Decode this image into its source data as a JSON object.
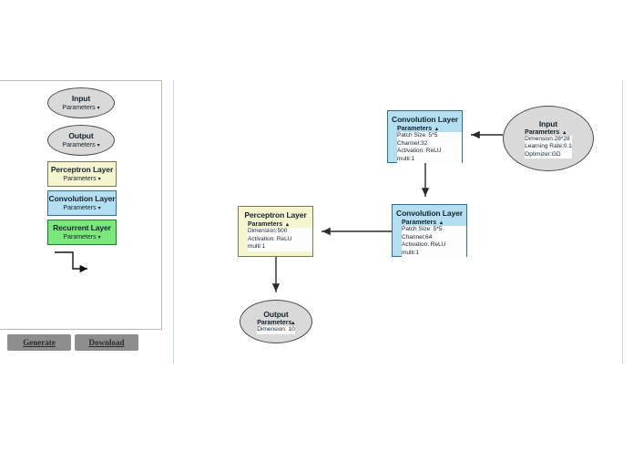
{
  "palette": {
    "title": "layer-palette",
    "nodes": [
      {
        "label": "Input",
        "params_label": "Parameters",
        "caret": "▾",
        "shape": "ellipse",
        "kind": "input"
      },
      {
        "label": "Output",
        "params_label": "Parameters",
        "caret": "▾",
        "shape": "ellipse",
        "kind": "output"
      },
      {
        "label": "Perceptron Layer",
        "params_label": "Parameters",
        "caret": "▾",
        "shape": "box",
        "kind": "perceptron"
      },
      {
        "label": "Convolution Layer",
        "params_label": "Parameters",
        "caret": "▾",
        "shape": "box",
        "kind": "convolution"
      },
      {
        "label": "Recurrent Layer",
        "params_label": "Parameters",
        "caret": "▾",
        "shape": "box",
        "kind": "recurrent"
      }
    ],
    "connector_label": "connector-arrow"
  },
  "buttons": {
    "generate": "Generate",
    "download": "Download"
  },
  "canvas": {
    "nodes": {
      "input": {
        "label": "Input",
        "params_label": "Parameters",
        "caret": "▴",
        "rows": [
          "Dimension:28*28",
          "Learning Rate:0.1",
          "Optimizer:GD"
        ]
      },
      "conv1": {
        "label": "Convolution Layer",
        "params_label": "Parameters",
        "caret": "▴",
        "rows": [
          "Patch Size: 5*5",
          "Channel:32",
          "Activation: ReLU",
          "multi:1"
        ]
      },
      "conv2": {
        "label": "Convolution Layer",
        "params_label": "Parameters",
        "caret": "▴",
        "rows": [
          "Patch Size: 5*5",
          "Channel:64",
          "Activation: ReLU",
          "multi:1"
        ]
      },
      "perceptron": {
        "label": "Perceptron Layer",
        "params_label": "Parameters",
        "caret": "▴",
        "rows": [
          "Dimension:500",
          "Activation: ReLU",
          "multi:1"
        ]
      },
      "output": {
        "label": "Output",
        "params_label": "Parameters",
        "caret": "▴",
        "rows": [
          "Dimension: 10"
        ]
      }
    }
  },
  "colors": {
    "convolution_fill": "#b3dff0",
    "convolution_stroke": "#2f6f8f",
    "perceptron_fill": "#f5f5d0",
    "perceptron_stroke": "#7a7a4f",
    "recurrent_fill": "#7ce87c",
    "recurrent_stroke": "#1d7a1d",
    "endpoint_fill": "#d9d9d9",
    "endpoint_stroke": "#4c4c4c",
    "divider": "#c7dce6",
    "button_bg": "#8d8d8d"
  }
}
